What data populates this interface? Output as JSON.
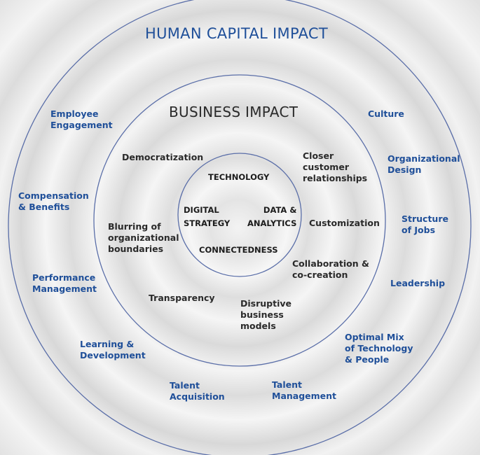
{
  "titles": {
    "outer": "HUMAN CAPITAL IMPACT",
    "middle": "BUSINESS IMPACT"
  },
  "outer_items": [
    "Employee\nEngagement",
    "Culture",
    "Organizational\nDesign",
    "Compensation\n& Benefits",
    "Structure\nof Jobs",
    "Performance\nManagement",
    "Leadership",
    "Learning &\nDevelopment",
    "Optimal Mix\nof Technology\n& People",
    "Talent\nAcquisition",
    "Talent\nManagement"
  ],
  "middle_items": [
    "Democratization",
    "Closer\ncustomer\nrelationships",
    "Blurring of\norganizational\nboundaries",
    "Customization",
    "Collaboration &\nco-creation",
    "Transparency",
    "Disruptive\nbusiness\nmodels"
  ],
  "inner_items": [
    "TECHNOLOGY",
    "DIGITAL\nSTRATEGY",
    "DATA &\nANALYTICS",
    "CONNECTEDNESS"
  ],
  "colors": {
    "ring_stroke": "#5a6ea8",
    "outer_text": "#1f4f99",
    "middle_text": "#2a2a2a"
  }
}
